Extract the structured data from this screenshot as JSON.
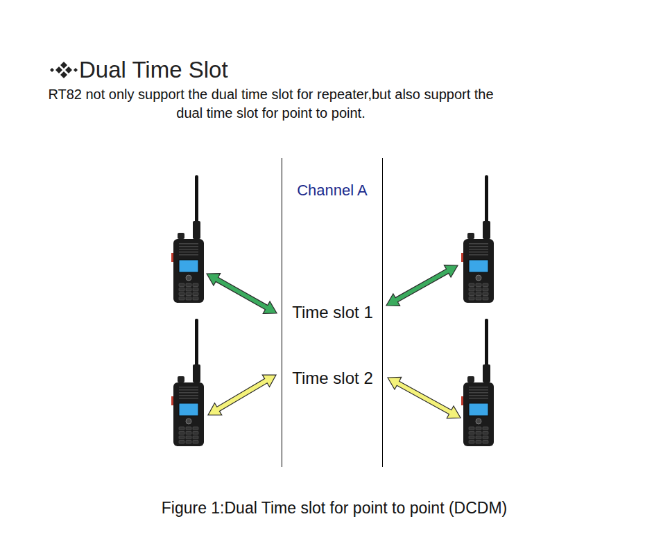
{
  "diagram": {
    "title": "Dual Time Slot",
    "caption": "Figure 1:Dual Time slot for point to point (DCDM)",
    "nodes": [
      {
        "text": [
          "Channel A"
        ]
      }
    ],
    "labels": [
      "RT82 not only support the dual time slot for repeater,but also support the dual time slot for point to point.",
      "Time slot 1",
      "Time slot 2"
    ]
  }
}
